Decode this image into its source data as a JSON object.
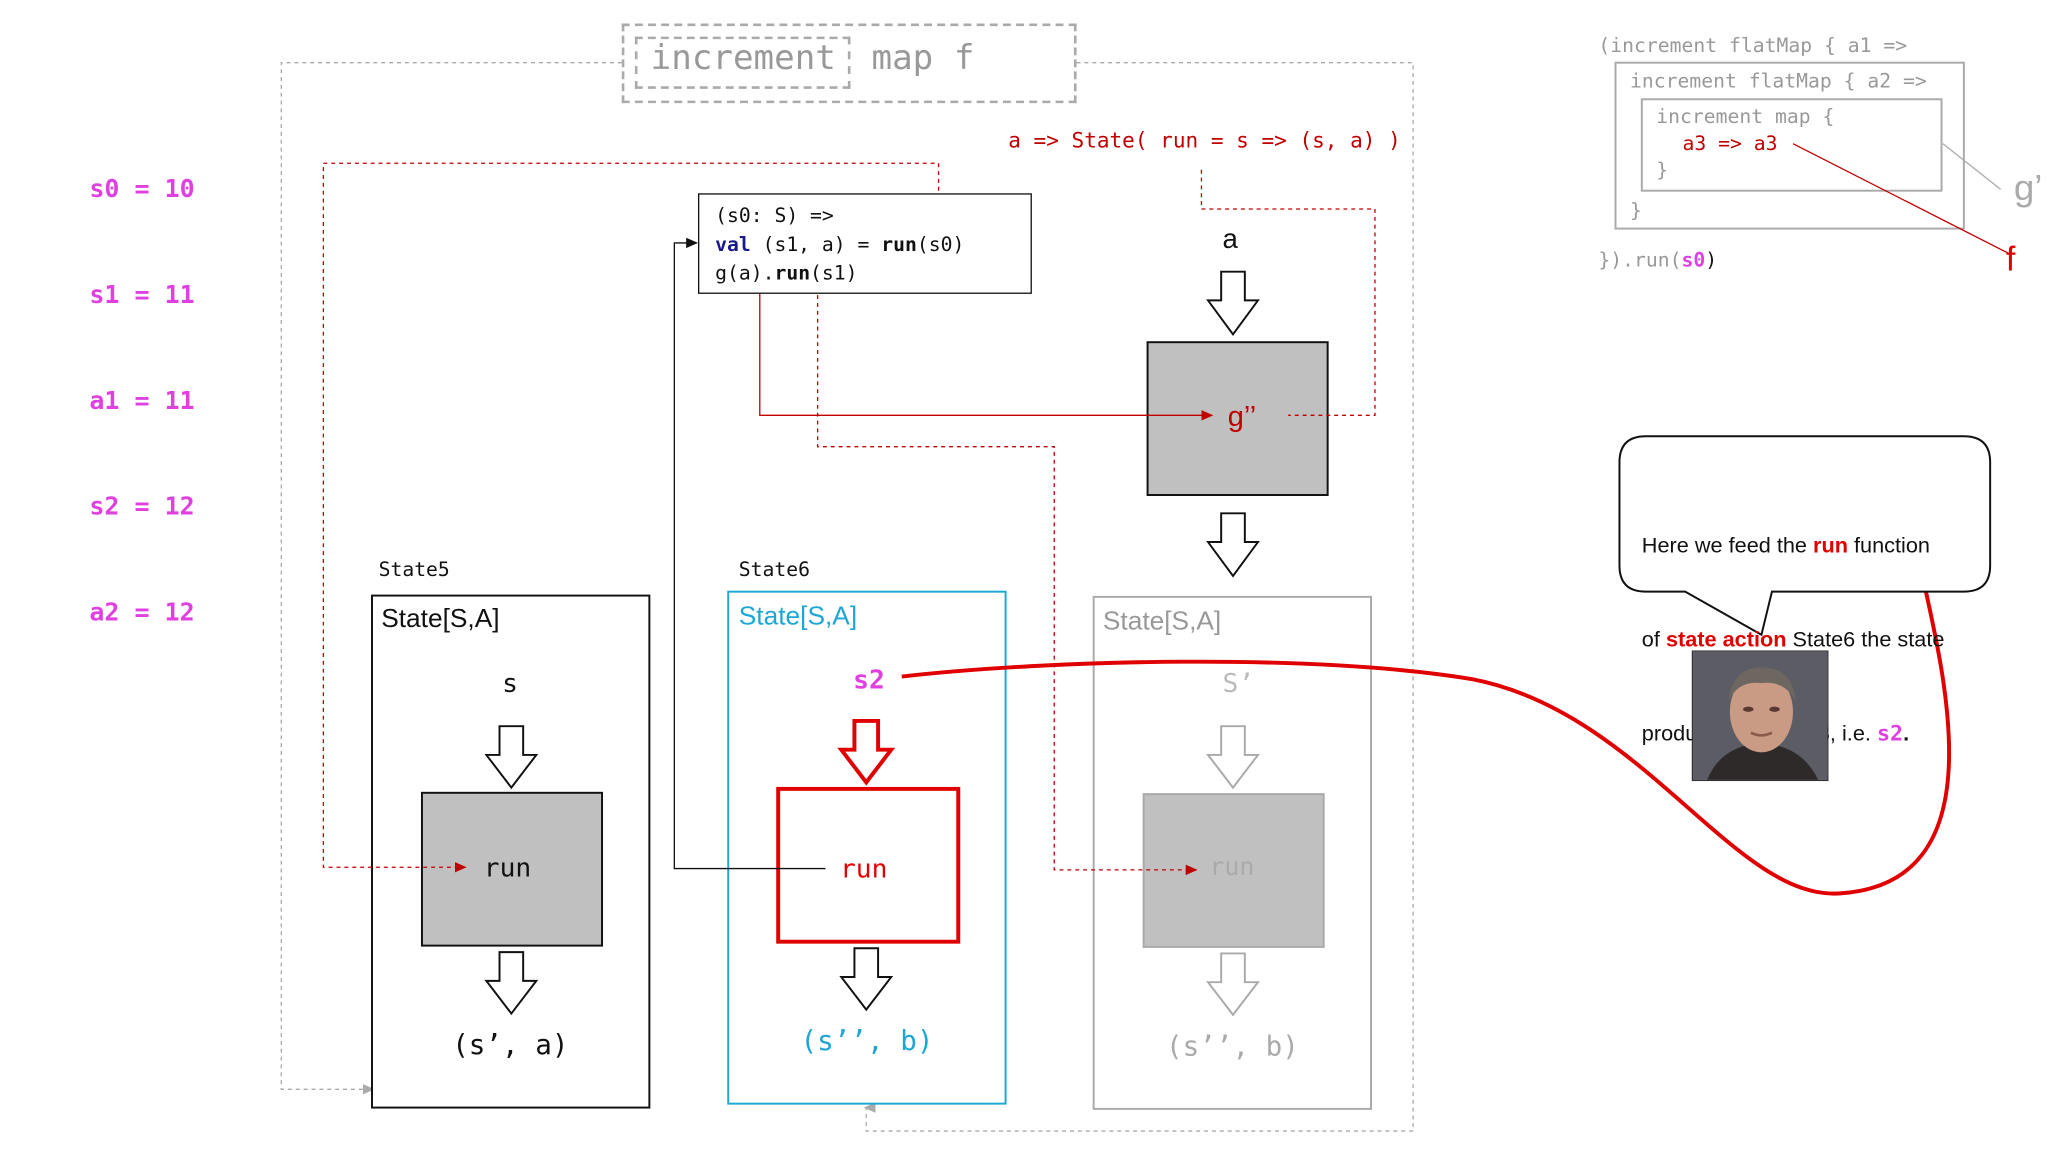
{
  "vars": [
    "s0 = 10",
    "s1 = 11",
    "a1 = 11",
    "s2 = 12",
    "a2 = 12"
  ],
  "top_title": {
    "increment": "increment",
    "rest": "map f"
  },
  "lambda_label": "a => State( run = s => (s, a) )",
  "code": {
    "line1": "(s0: S) =>",
    "line2_kw": "val",
    "line2_rest": " (s1, a) = ",
    "line2_run": "run",
    "line2_end": "(s0)",
    "line3_start": "g(a).",
    "line3_run": "run",
    "line3_end": "(s1)"
  },
  "g_box": {
    "input": "a",
    "label": "g’’"
  },
  "state5": {
    "caption": "State5",
    "type": "State[S,A]",
    "input": "s",
    "run": "run",
    "output": "(s’, a)"
  },
  "state6": {
    "caption": "State6",
    "type": "State[S,A]",
    "input": "s2",
    "run": "run",
    "output": "(s’’, b)"
  },
  "state_gray": {
    "type": "State[S,A]",
    "input": "S’",
    "run": "run",
    "output": "(s’’, b)"
  },
  "nested_code": {
    "line1": "(increment flatMap { a1 =>",
    "line2": "increment flatMap { a2 =>",
    "line3": "increment map {",
    "line4": "a3 => a3",
    "line5": "}",
    "line6": "}",
    "line7_a": "}).run(",
    "line7_b": "s0",
    "line7_c": ")",
    "g_prime": "g’",
    "f": "f"
  },
  "bubble": {
    "t1": "Here we feed the ",
    "t2": "run",
    "t3": " function",
    "t4": "of ",
    "t5": "state action",
    "t6": " State6 the state",
    "t7": "produced by State3, i.e. ",
    "t8": "s2",
    "t9": "."
  },
  "colors": {
    "magenta": "#e040e0",
    "red": "#e00000",
    "cyan": "#1ea7d6",
    "gray_box": "#c0c0c0"
  }
}
